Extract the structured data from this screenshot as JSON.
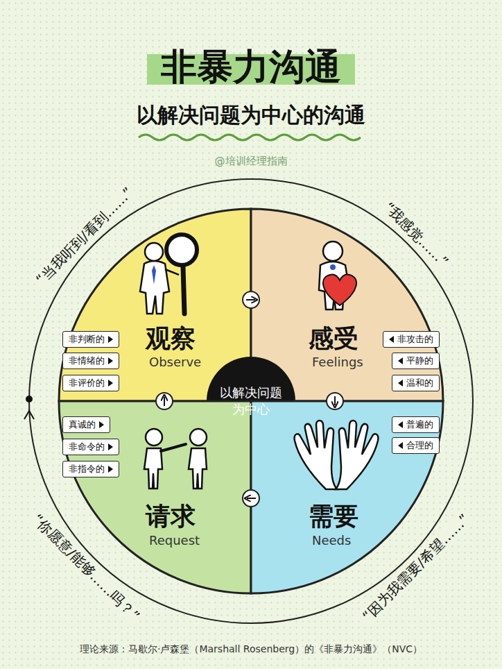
{
  "diagram": {
    "title": "非暴力沟通",
    "caption": "理论来源：马歇尔·卢森堡（Marshall Rosenberg）的《非暴力沟通》（NVC）",
    "nodes": [
      {
        "text": [
          "观察",
          "Observe"
        ]
      },
      {
        "text": [
          "感受",
          "Feelings"
        ]
      },
      {
        "text": [
          "以解决问题为中心"
        ]
      },
      {
        "text": [
          "请求",
          "Request"
        ]
      },
      {
        "text": [
          "需要",
          "Needs"
        ]
      },
      {
        "text": [
          "非判断的"
        ],
        "in": 0
      },
      {
        "text": [
          "非情绪的"
        ],
        "in": 0
      },
      {
        "text": [
          "非评价的"
        ],
        "in": 0
      },
      {
        "text": [
          "非攻击的"
        ],
        "in": 1
      },
      {
        "text": [
          "平静的"
        ],
        "in": 1
      },
      {
        "text": [
          "温和的"
        ],
        "in": 1
      },
      {
        "text": [
          "真诚的"
        ],
        "in": 3
      },
      {
        "text": [
          "非命令的"
        ],
        "in": 3
      },
      {
        "text": [
          "非指令的"
        ],
        "in": 3
      },
      {
        "text": [
          "普遍的"
        ],
        "in": 4
      },
      {
        "text": [
          "合理的"
        ],
        "in": 4
      }
    ],
    "edges": [
      {
        "from": 0,
        "to": 1,
        "arrow": "to"
      },
      {
        "from": 1,
        "to": 4,
        "arrow": "to"
      },
      {
        "from": 4,
        "to": 3,
        "arrow": "to"
      },
      {
        "from": 3,
        "to": 0,
        "arrow": "to"
      }
    ],
    "labels": [
      "以解决问题为中心的沟通",
      "@培训经理指南",
      "“当我听到/看到……”",
      "“我感觉……”",
      "“因为我需要/希望……”",
      "“你愿意/能够……吗？”"
    ]
  }
}
